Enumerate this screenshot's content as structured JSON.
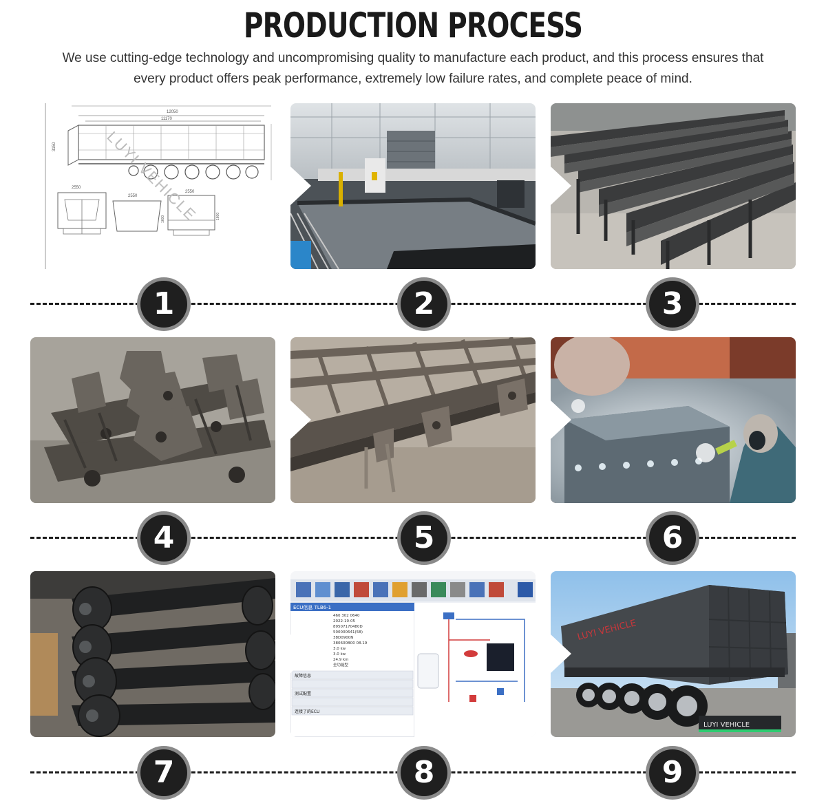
{
  "header": {
    "title": "PRODUCTION PROCESS",
    "description": "We use cutting-edge technology and uncompromising quality to manufacture each product, and this process ensures that every product offers peak performance, extremely low failure rates, and complete peace of mind."
  },
  "steps": [
    {
      "number": "1",
      "icon": "blueprint-drawing"
    },
    {
      "number": "2",
      "icon": "laser-cutting-machine"
    },
    {
      "number": "3",
      "icon": "steel-beams"
    },
    {
      "number": "4",
      "icon": "suspension-brackets"
    },
    {
      "number": "5",
      "icon": "welded-frame"
    },
    {
      "number": "6",
      "icon": "sandblasting-worker"
    },
    {
      "number": "7",
      "icon": "axles"
    },
    {
      "number": "8",
      "icon": "ecu-diagnostic-screen"
    },
    {
      "number": "9",
      "icon": "finished-dump-trailer"
    }
  ],
  "drawing": {
    "dims": [
      "12050",
      "11170",
      "3150",
      "2550",
      "2550",
      "2550",
      "1600",
      "1600"
    ],
    "watermark": "LUYI VEHICLE"
  },
  "ecu_screen": {
    "panel_title": "ECU信息 TLB6-1",
    "lines": [
      "460 302 0640",
      "2022-10-05",
      "89507170480D",
      "500000641(5B)",
      "38D0900N",
      "380600B00 08.19",
      "3.0 kw",
      "3.0 kw",
      "24.9 km",
      "全功能型"
    ],
    "menu": [
      "故障信息",
      "测试配置",
      "连接了的ECU"
    ]
  },
  "trailer": {
    "side_text": "LUYI VEHICLE",
    "rear_text": "LUYI VEHICLE"
  }
}
